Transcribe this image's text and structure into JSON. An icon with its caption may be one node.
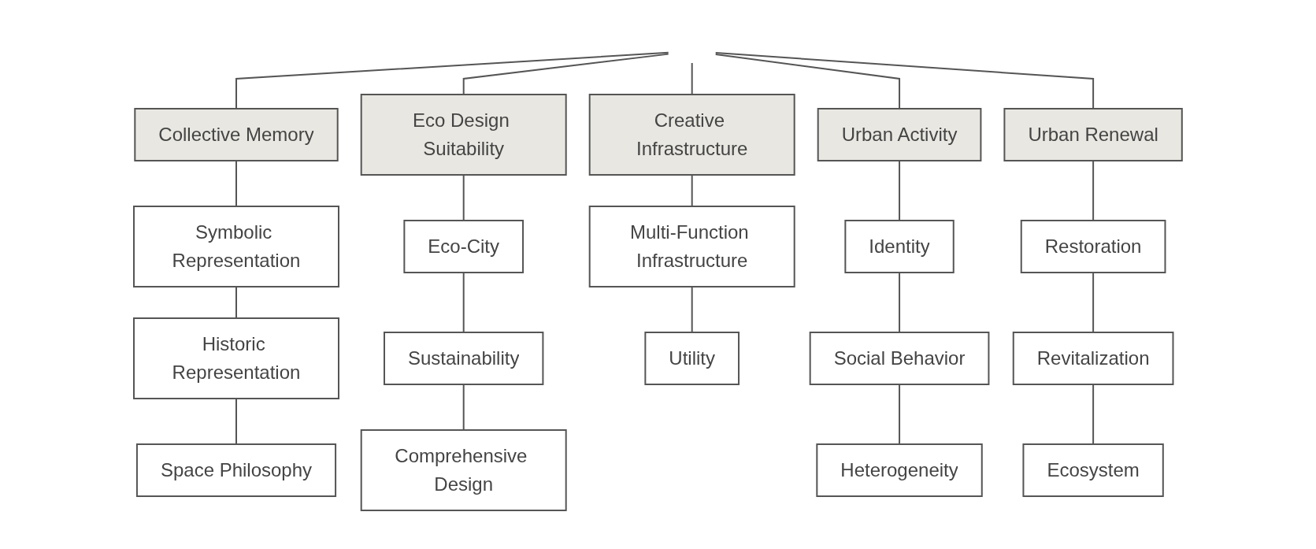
{
  "diagram": {
    "nodes": [
      {
        "text": [
          "Collective Memory"
        ]
      },
      {
        "text": [
          "Symbolic Representation"
        ]
      },
      {
        "text": [
          "Historic Representation"
        ]
      },
      {
        "text": [
          "Space Philosophy"
        ]
      },
      {
        "text": [
          "Eco Design Suitability"
        ]
      },
      {
        "text": [
          "Eco-City"
        ]
      },
      {
        "text": [
          "Sustainability"
        ]
      },
      {
        "text": [
          "Comprehensive Design"
        ]
      },
      {
        "text": [
          "Creative Infrastructure"
        ]
      },
      {
        "text": [
          "Multi-Function Infrastructure"
        ]
      },
      {
        "text": [
          "Utility"
        ]
      },
      {
        "text": [
          "Urban Activity"
        ]
      },
      {
        "text": [
          "Identity"
        ]
      },
      {
        "text": [
          "Social Behavior"
        ]
      },
      {
        "text": [
          "Heterogeneity"
        ]
      },
      {
        "text": [
          "Urban Renewal"
        ]
      },
      {
        "text": [
          "Restoration"
        ]
      },
      {
        "text": [
          "Revitalization"
        ]
      },
      {
        "text": [
          "Ecosystem"
        ]
      }
    ],
    "edges": [
      {
        "from": null,
        "to": 0,
        "arrow": "none"
      },
      {
        "from": null,
        "to": 4,
        "arrow": "none"
      },
      {
        "from": null,
        "to": 8,
        "arrow": "none"
      },
      {
        "from": null,
        "to": 11,
        "arrow": "none"
      },
      {
        "from": null,
        "to": 15,
        "arrow": "none"
      },
      {
        "from": 0,
        "to": 1,
        "arrow": "none"
      },
      {
        "from": 1,
        "to": 2,
        "arrow": "none"
      },
      {
        "from": 2,
        "to": 3,
        "arrow": "none"
      },
      {
        "from": 4,
        "to": 5,
        "arrow": "none"
      },
      {
        "from": 5,
        "to": 6,
        "arrow": "none"
      },
      {
        "from": 6,
        "to": 7,
        "arrow": "none"
      },
      {
        "from": 8,
        "to": 9,
        "arrow": "none"
      },
      {
        "from": 9,
        "to": 10,
        "arrow": "none"
      },
      {
        "from": 11,
        "to": 12,
        "arrow": "none"
      },
      {
        "from": 12,
        "to": 13,
        "arrow": "none"
      },
      {
        "from": 13,
        "to": 14,
        "arrow": "none"
      },
      {
        "from": 15,
        "to": 16,
        "arrow": "none"
      },
      {
        "from": 16,
        "to": 17,
        "arrow": "none"
      },
      {
        "from": 17,
        "to": 18,
        "arrow": "none"
      }
    ]
  }
}
